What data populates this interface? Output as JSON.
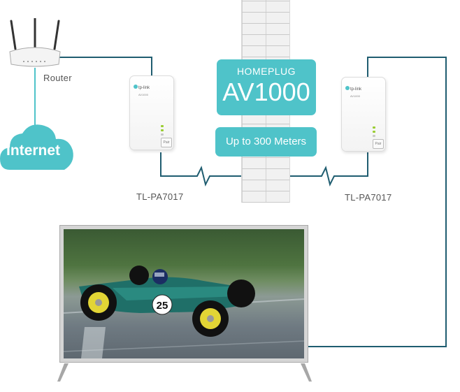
{
  "router": {
    "label": "Router"
  },
  "internet": {
    "label": "Internet"
  },
  "homeplug": {
    "line1": "HOMEPLUG",
    "line2": "AV1000"
  },
  "range": {
    "label": "Up to 300 Meters"
  },
  "adapters": {
    "left": {
      "model_label": "TL-PA7017",
      "brand": "tp-link",
      "subtitle": "AV1000",
      "pair": "Pair"
    },
    "right": {
      "model_label": "TL-PA7017",
      "brand": "tp-link",
      "subtitle": "AV1000",
      "pair": "Pair"
    }
  },
  "tv": {
    "car_number": "25"
  },
  "colors": {
    "accent": "#4fc3c9",
    "wire": "#1f5d70",
    "cloud": "#4fc3c9"
  },
  "icons": [
    "router-icon",
    "cloud-icon",
    "powerline-adapter-icon",
    "brick-wall-icon",
    "tv-icon",
    "race-car-image"
  ]
}
